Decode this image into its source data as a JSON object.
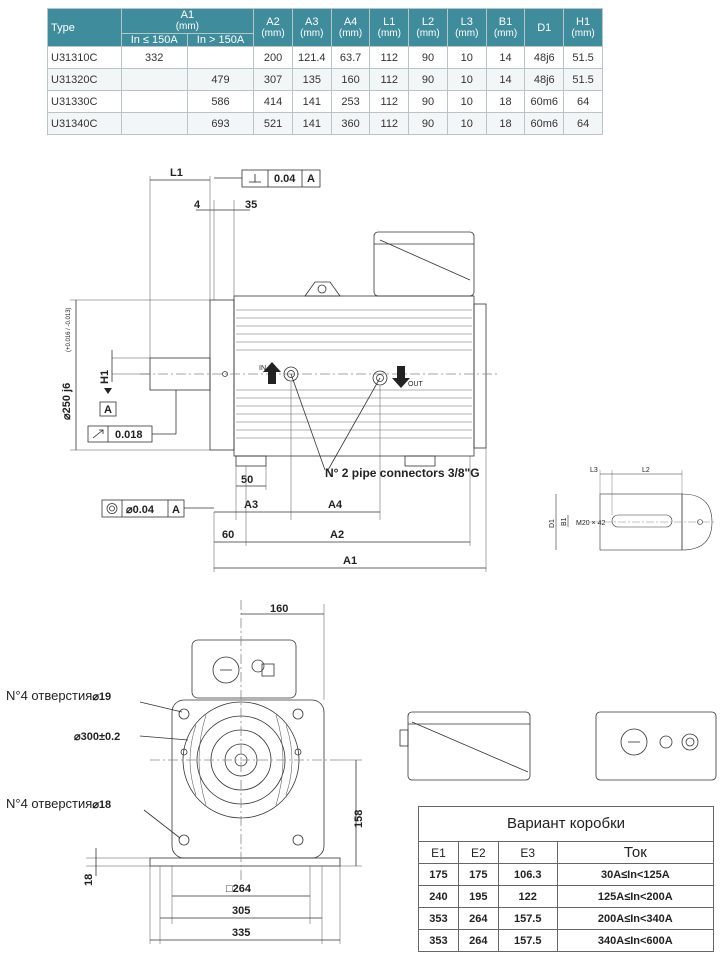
{
  "spec_table": {
    "col_type": "Type",
    "col_a1": "A1",
    "col_a1_unit": "(mm)",
    "col_a1_sub1": "In ≤ 150A",
    "col_a1_sub2": "In > 150A",
    "cols": [
      {
        "name": "A2",
        "unit": "(mm)"
      },
      {
        "name": "A3",
        "unit": "(mm)"
      },
      {
        "name": "A4",
        "unit": "(mm)"
      },
      {
        "name": "L1",
        "unit": "(mm)"
      },
      {
        "name": "L2",
        "unit": "(mm)"
      },
      {
        "name": "L3",
        "unit": "(mm)"
      },
      {
        "name": "B1",
        "unit": "(mm)"
      },
      {
        "name": "D1",
        "unit": ""
      },
      {
        "name": "H1",
        "unit": "(mm)"
      }
    ],
    "rows": [
      [
        "U31310C",
        "332",
        "",
        "200",
        "121.4",
        "63.7",
        "112",
        "90",
        "10",
        "14",
        "48j6",
        "51.5"
      ],
      [
        "U31320C",
        "",
        "479",
        "307",
        "135",
        "160",
        "112",
        "90",
        "10",
        "14",
        "48j6",
        "51.5"
      ],
      [
        "U31330C",
        "",
        "586",
        "414",
        "141",
        "253",
        "112",
        "90",
        "10",
        "18",
        "60m6",
        "64"
      ],
      [
        "U31340C",
        "",
        "693",
        "521",
        "141",
        "360",
        "112",
        "90",
        "10",
        "18",
        "60m6",
        "64"
      ]
    ]
  },
  "side_view": {
    "l1": "L1",
    "perp_tol": "0.04",
    "perp_ref": "A",
    "dim_4": "4",
    "dim_35": "35",
    "dia_250": "⌀250 j6",
    "dia_250_tol": "(+0.016 / -0.013)",
    "h1": "H1",
    "datum": "A",
    "runout": "0.018",
    "concentric_tol": "⌀0.04",
    "concentric_ref": "A",
    "in_label": "IN",
    "out_label": "OUT",
    "pipe_note": "N° 2 pipe connectors 3/8\"G",
    "dim_50": "50",
    "dim_a3": "A3",
    "dim_a4": "A4",
    "dim_60": "60",
    "dim_a2": "A2",
    "dim_a1": "A1"
  },
  "shaft_detail": {
    "l3": "L3",
    "l2": "L2",
    "d1": "D1",
    "b1": "B1",
    "thread": "M20 × 42"
  },
  "front_view": {
    "dim_160": "160",
    "holes_19_text": "N°4 отверстия",
    "holes_19_dia": "⌀19",
    "dia_300": "⌀300±0.2",
    "holes_18_text": "N°4 отверстия",
    "holes_18_dia": "⌀18",
    "dim_158": "158",
    "dim_18": "18",
    "dim_264": "□264",
    "dim_305": "305",
    "dim_335": "335"
  },
  "box_table": {
    "title": "Вариант коробки",
    "headers": [
      "E1",
      "E2",
      "E3",
      "Ток"
    ],
    "rows": [
      [
        "175",
        "175",
        "106.3",
        "30A≤In<125A"
      ],
      [
        "240",
        "195",
        "122",
        "125A≤In<200A"
      ],
      [
        "353",
        "264",
        "157.5",
        "200A≤In<340A"
      ],
      [
        "353",
        "264",
        "157.5",
        "340A≤In<600A"
      ]
    ]
  }
}
